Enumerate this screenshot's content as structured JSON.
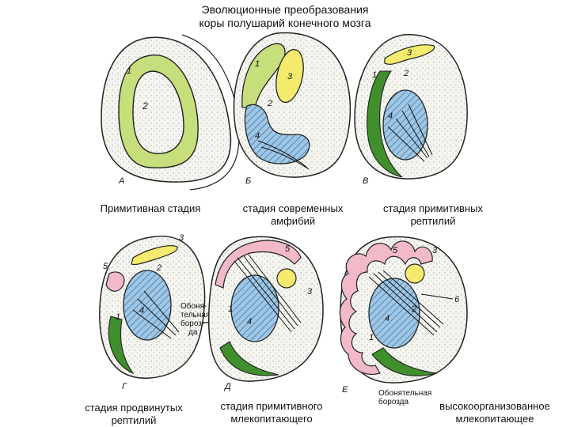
{
  "title": {
    "line1": "Эволюционные преобразования",
    "line2": "коры полушарий конечного мозга"
  },
  "panels": [
    {
      "letter": "А",
      "caption_lines": [
        "Примитивная стадия"
      ],
      "part_labels": [
        "1",
        "2"
      ]
    },
    {
      "letter": "Б",
      "caption_lines": [
        "стадия современных",
        "амфибий"
      ],
      "part_labels": [
        "1",
        "2",
        "3",
        "4"
      ]
    },
    {
      "letter": "В",
      "caption_lines": [
        "стадия примитивных",
        "рептилий"
      ],
      "part_labels": [
        "1",
        "2",
        "3",
        "4"
      ]
    },
    {
      "letter": "Г",
      "caption_lines": [
        "стадия продвинутых",
        "рептилий"
      ],
      "part_labels": [
        "1",
        "2",
        "3",
        "4",
        "5"
      ]
    },
    {
      "letter": "Д",
      "caption_lines": [
        "стадия примитивного",
        "млекопитающего"
      ],
      "part_labels": [
        "1",
        "3",
        "4",
        "5"
      ]
    },
    {
      "letter": "Е",
      "caption_lines": [
        "высокоорганизованное",
        "млекопитающее"
      ],
      "part_labels": [
        "1",
        "2",
        "3",
        "4",
        "5",
        "6"
      ]
    }
  ],
  "annotations": {
    "olfactory_g": [
      "Обоня-",
      "тельная",
      "бороз-",
      "да"
    ],
    "olfactory_e": [
      "Обонятельная",
      "борозда"
    ]
  },
  "colors": {
    "green": "#c6df7c",
    "dark_green": "#3f8f2c",
    "yellow": "#f4ea6e",
    "blue": "#9ec6e6",
    "pink": "#f2b9c8",
    "stipple": "#f3f3ee",
    "outline": "#222222"
  }
}
